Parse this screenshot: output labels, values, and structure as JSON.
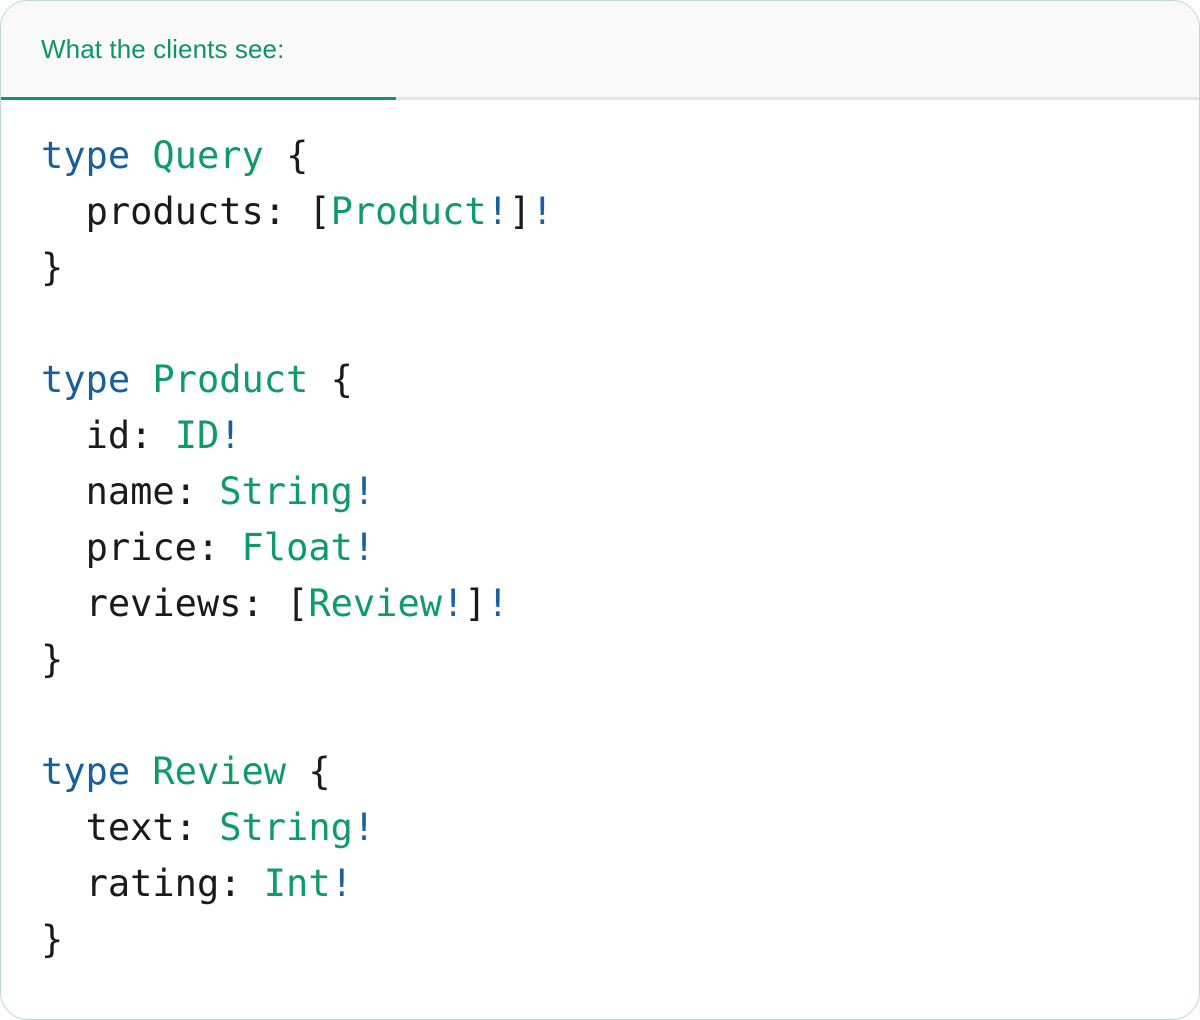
{
  "card": {
    "border_color": "#bcd9c9",
    "background": "#ffffff"
  },
  "header": {
    "tab_label": "What the clients see:",
    "accent_color": "#0d9468",
    "underline_color": "#119270",
    "background": "#fafafa"
  },
  "theme": {
    "keyword_color": "#17609c",
    "type_color": "#0f9a6c",
    "field_color": "#1a1a1a",
    "punctuation_color": "#1a1a1a",
    "bang_color": "#1b5fa0"
  },
  "code": {
    "language": "graphql",
    "lines": [
      {
        "tokens": [
          {
            "t": "type",
            "c": "kw"
          },
          {
            "t": " ",
            "c": "plain"
          },
          {
            "t": "Query",
            "c": "type"
          },
          {
            "t": " ",
            "c": "plain"
          },
          {
            "t": "{",
            "c": "punct"
          }
        ]
      },
      {
        "tokens": [
          {
            "t": "  ",
            "c": "plain"
          },
          {
            "t": "products",
            "c": "field"
          },
          {
            "t": ": ",
            "c": "punct"
          },
          {
            "t": "[",
            "c": "punct"
          },
          {
            "t": "Product",
            "c": "type"
          },
          {
            "t": "!",
            "c": "bang"
          },
          {
            "t": "]",
            "c": "punct"
          },
          {
            "t": "!",
            "c": "bang"
          }
        ]
      },
      {
        "tokens": [
          {
            "t": "}",
            "c": "punct"
          }
        ]
      },
      {
        "tokens": []
      },
      {
        "tokens": [
          {
            "t": "type",
            "c": "kw"
          },
          {
            "t": " ",
            "c": "plain"
          },
          {
            "t": "Product",
            "c": "type"
          },
          {
            "t": " ",
            "c": "plain"
          },
          {
            "t": "{",
            "c": "punct"
          }
        ]
      },
      {
        "tokens": [
          {
            "t": "  ",
            "c": "plain"
          },
          {
            "t": "id",
            "c": "field"
          },
          {
            "t": ": ",
            "c": "punct"
          },
          {
            "t": "ID",
            "c": "type"
          },
          {
            "t": "!",
            "c": "bang"
          }
        ]
      },
      {
        "tokens": [
          {
            "t": "  ",
            "c": "plain"
          },
          {
            "t": "name",
            "c": "field"
          },
          {
            "t": ": ",
            "c": "punct"
          },
          {
            "t": "String",
            "c": "type"
          },
          {
            "t": "!",
            "c": "bang"
          }
        ]
      },
      {
        "tokens": [
          {
            "t": "  ",
            "c": "plain"
          },
          {
            "t": "price",
            "c": "field"
          },
          {
            "t": ": ",
            "c": "punct"
          },
          {
            "t": "Float",
            "c": "type"
          },
          {
            "t": "!",
            "c": "bang"
          }
        ]
      },
      {
        "tokens": [
          {
            "t": "  ",
            "c": "plain"
          },
          {
            "t": "reviews",
            "c": "field"
          },
          {
            "t": ": ",
            "c": "punct"
          },
          {
            "t": "[",
            "c": "punct"
          },
          {
            "t": "Review",
            "c": "type"
          },
          {
            "t": "!",
            "c": "bang"
          },
          {
            "t": "]",
            "c": "punct"
          },
          {
            "t": "!",
            "c": "bang"
          }
        ]
      },
      {
        "tokens": [
          {
            "t": "}",
            "c": "punct"
          }
        ]
      },
      {
        "tokens": []
      },
      {
        "tokens": [
          {
            "t": "type",
            "c": "kw"
          },
          {
            "t": " ",
            "c": "plain"
          },
          {
            "t": "Review",
            "c": "type"
          },
          {
            "t": " ",
            "c": "plain"
          },
          {
            "t": "{",
            "c": "punct"
          }
        ]
      },
      {
        "tokens": [
          {
            "t": "  ",
            "c": "plain"
          },
          {
            "t": "text",
            "c": "field"
          },
          {
            "t": ": ",
            "c": "punct"
          },
          {
            "t": "String",
            "c": "type"
          },
          {
            "t": "!",
            "c": "bang"
          }
        ]
      },
      {
        "tokens": [
          {
            "t": "  ",
            "c": "plain"
          },
          {
            "t": "rating",
            "c": "field"
          },
          {
            "t": ": ",
            "c": "punct"
          },
          {
            "t": "Int",
            "c": "type"
          },
          {
            "t": "!",
            "c": "bang"
          }
        ]
      },
      {
        "tokens": [
          {
            "t": "}",
            "c": "punct"
          }
        ]
      }
    ]
  }
}
